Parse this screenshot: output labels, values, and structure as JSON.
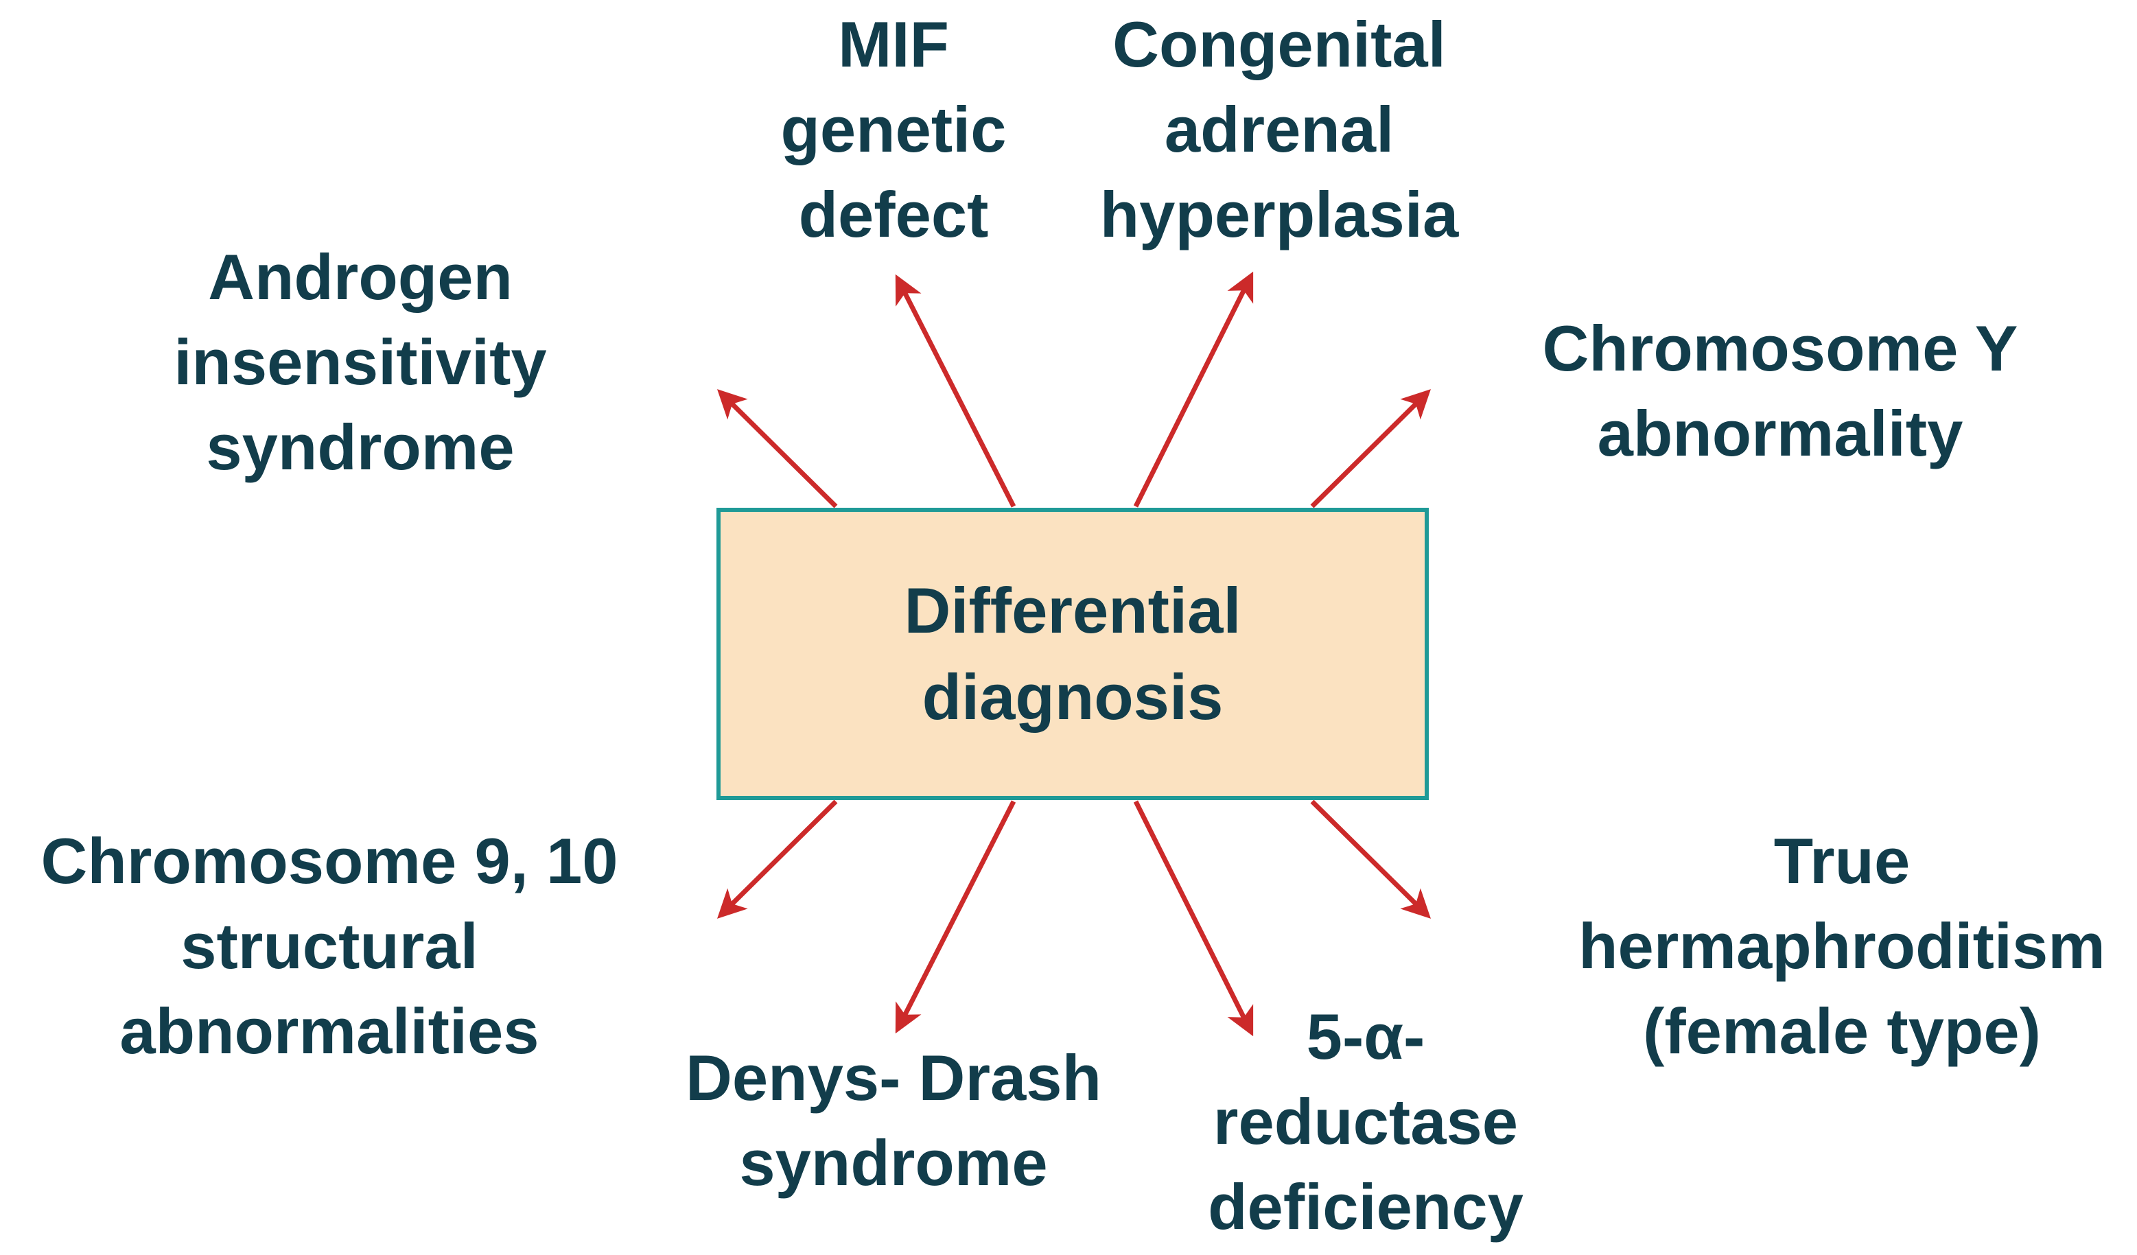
{
  "colors": {
    "text": "#123d4b",
    "arrow": "#cc2a2a",
    "box_fill": "#fbe2c1",
    "box_border": "#1f9a97",
    "background": "#ffffff"
  },
  "center": {
    "lines": [
      "Differential",
      "diagnosis"
    ]
  },
  "nodes": [
    {
      "id": "androgen-insensitivity",
      "lines": [
        "Androgen",
        "insensitivity",
        "syndrome"
      ]
    },
    {
      "id": "mif-genetic-defect",
      "lines": [
        "MIF",
        "genetic",
        "defect"
      ]
    },
    {
      "id": "congenital-adrenal-hyperplasia",
      "lines": [
        "Congenital",
        "adrenal",
        "hyperplasia"
      ]
    },
    {
      "id": "chromosome-y-abnormality",
      "lines": [
        "Chromosome Y",
        "abnormality"
      ]
    },
    {
      "id": "chromosome-9-10",
      "lines": [
        "Chromosome 9, 10",
        "structural",
        "abnormalities"
      ]
    },
    {
      "id": "denys-drash",
      "lines": [
        "Denys- Drash",
        "syndrome"
      ]
    },
    {
      "id": "5-alpha-reductase",
      "lines": [
        "5-α-",
        "reductase",
        "deficiency"
      ]
    },
    {
      "id": "true-hermaphroditism",
      "lines": [
        "True",
        "hermaphroditism",
        "(female type)"
      ]
    }
  ]
}
